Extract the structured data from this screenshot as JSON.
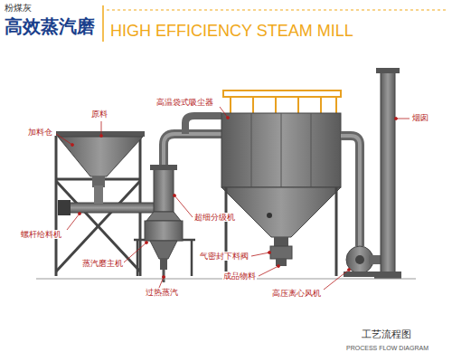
{
  "diagram": {
    "title": "高效蒸汽磨",
    "labels": [
      "粉煤灰",
      "HIGH EFFICIENCY STEAM MILL",
      "原料",
      "加料仓",
      "螺杆给料机",
      "蒸汽磨主机",
      "过热蒸汽",
      "超细分级机",
      "高温袋式吸尘器",
      "烟囱",
      "气密封下料阀",
      "成品物料",
      "高压离心风机",
      "工艺流程图",
      "PROCESS FLOW DIAGRAM"
    ]
  }
}
